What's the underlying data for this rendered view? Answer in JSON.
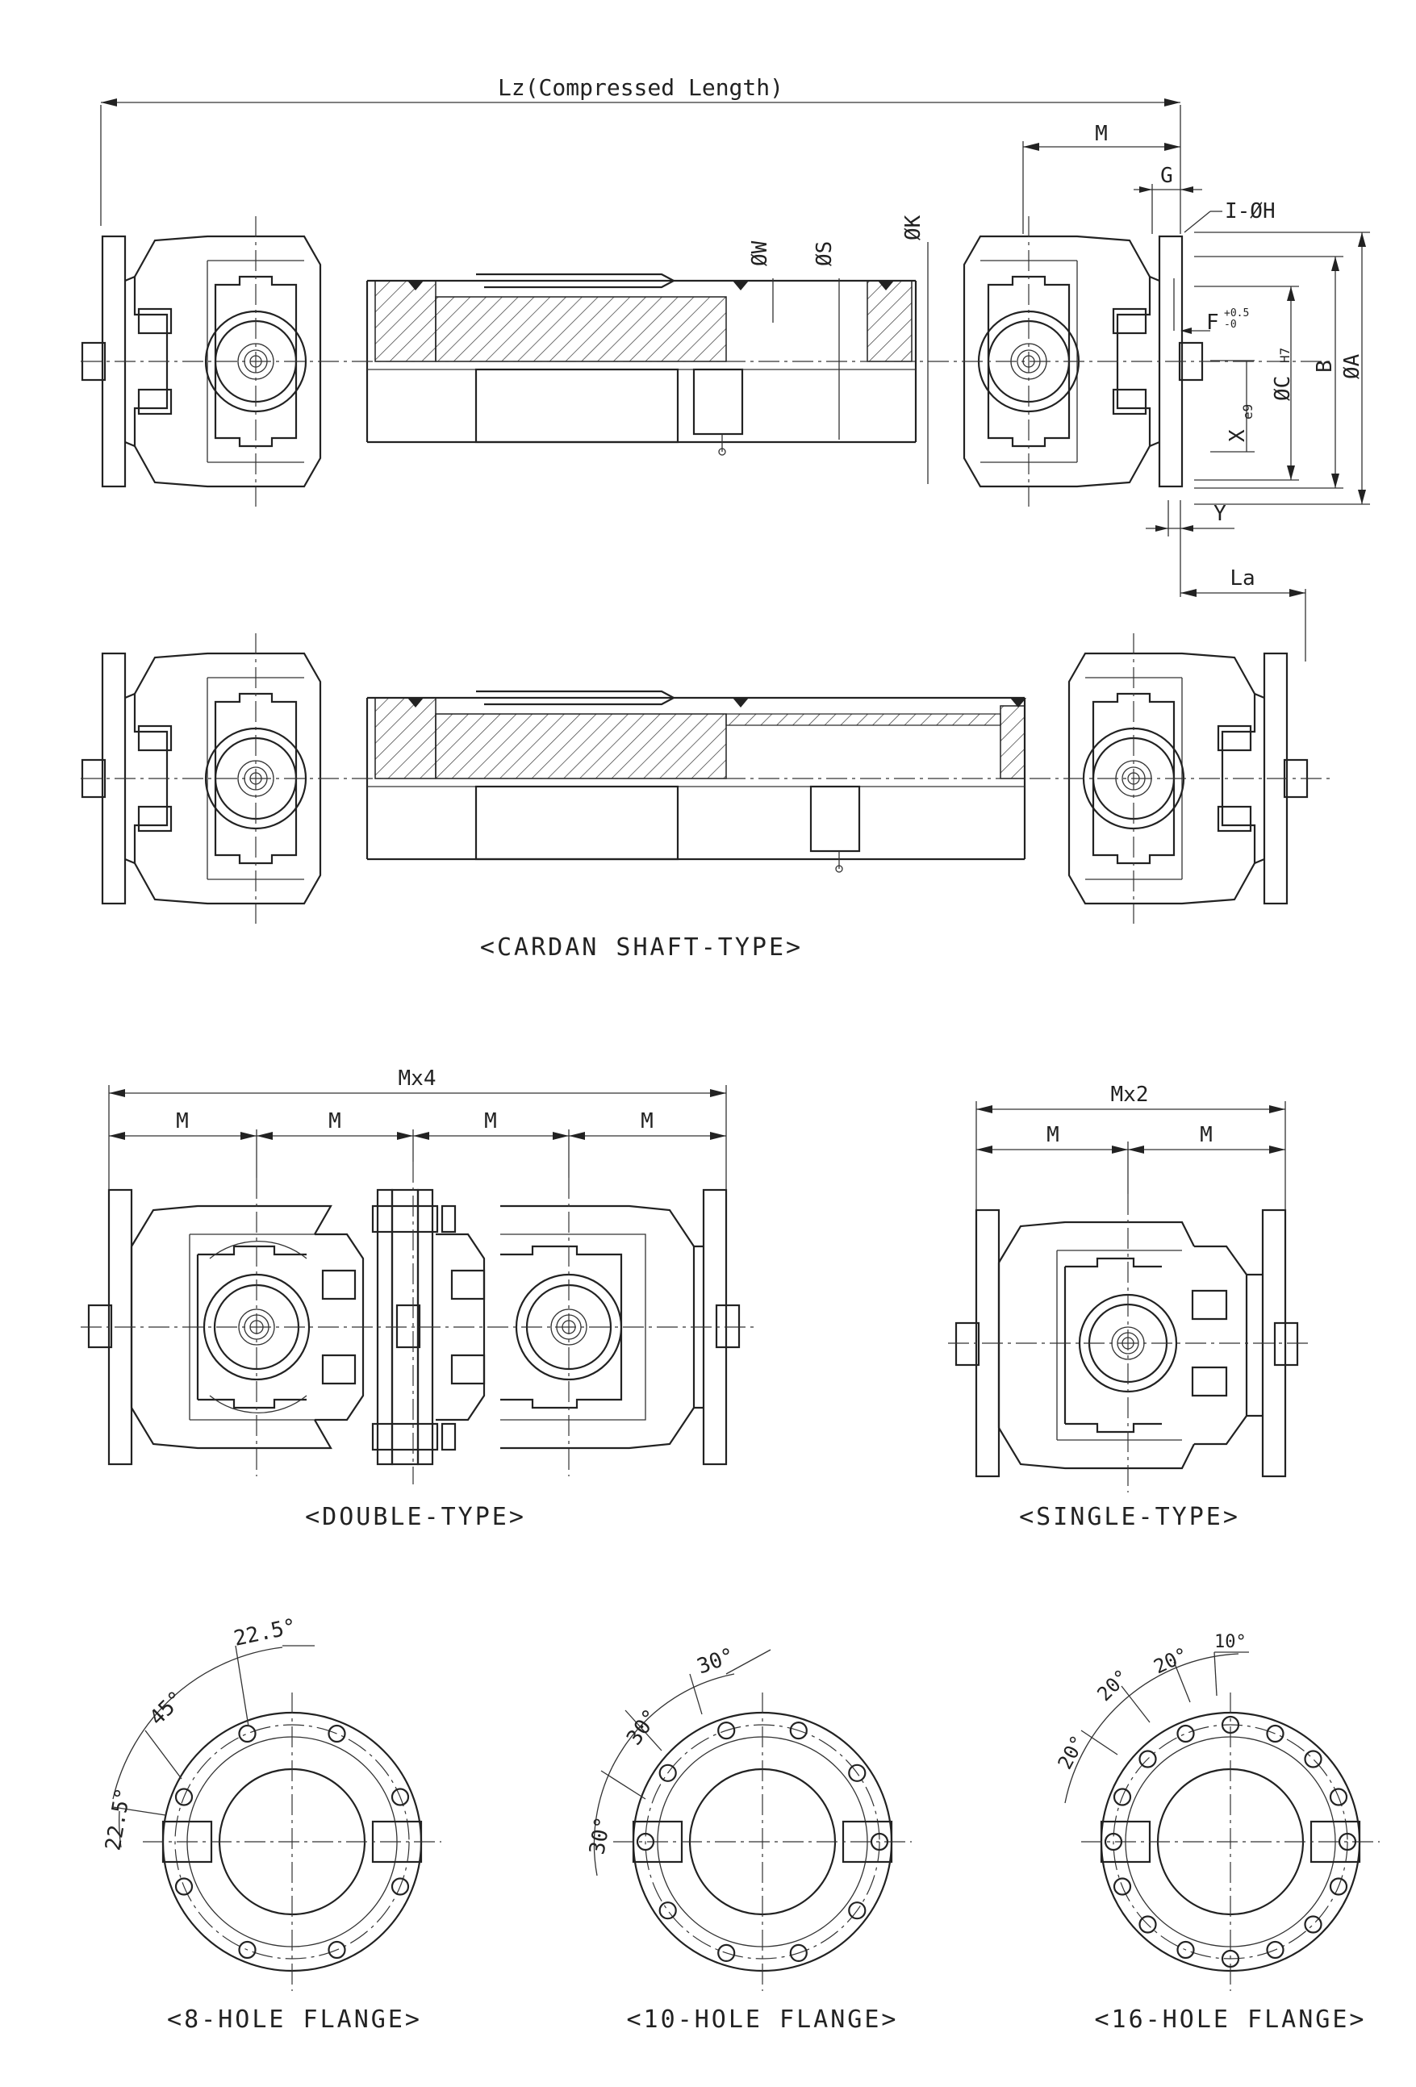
{
  "cardan": {
    "lz_label": "Lz(Compressed Length)",
    "m": "M",
    "g": "G",
    "i_h": "I-ØH",
    "w": "ØW",
    "s": "ØS",
    "k": "ØK",
    "f": "F",
    "f_tol_upper": "+0.5",
    "f_tol_lower": "-0",
    "c": "ØC",
    "c_tol": "H7",
    "b": "B",
    "a": "ØA",
    "x": "X",
    "x_tol": "e9",
    "y": "Y",
    "la": "La",
    "caption": "<CARDAN SHAFT-TYPE>"
  },
  "double": {
    "total": "Mx4",
    "m": "M",
    "caption": "<DOUBLE-TYPE>"
  },
  "single": {
    "total": "Mx2",
    "m": "M",
    "caption": "<SINGLE-TYPE>"
  },
  "flanges": {
    "f8": {
      "caption": "<8-HOLE FLANGE>",
      "a1": "22.5°",
      "a2": "45°",
      "a3": "22.5°"
    },
    "f10": {
      "caption": "<10-HOLE FLANGE>",
      "a1": "30°",
      "a2": "30°",
      "a3": "30°"
    },
    "f16": {
      "caption": "<16-HOLE FLANGE>",
      "a1": "10°",
      "a2": "20°",
      "a3": "20°",
      "a4": "20°"
    }
  },
  "colors": {
    "line": "#222222",
    "background": "#ffffff"
  }
}
